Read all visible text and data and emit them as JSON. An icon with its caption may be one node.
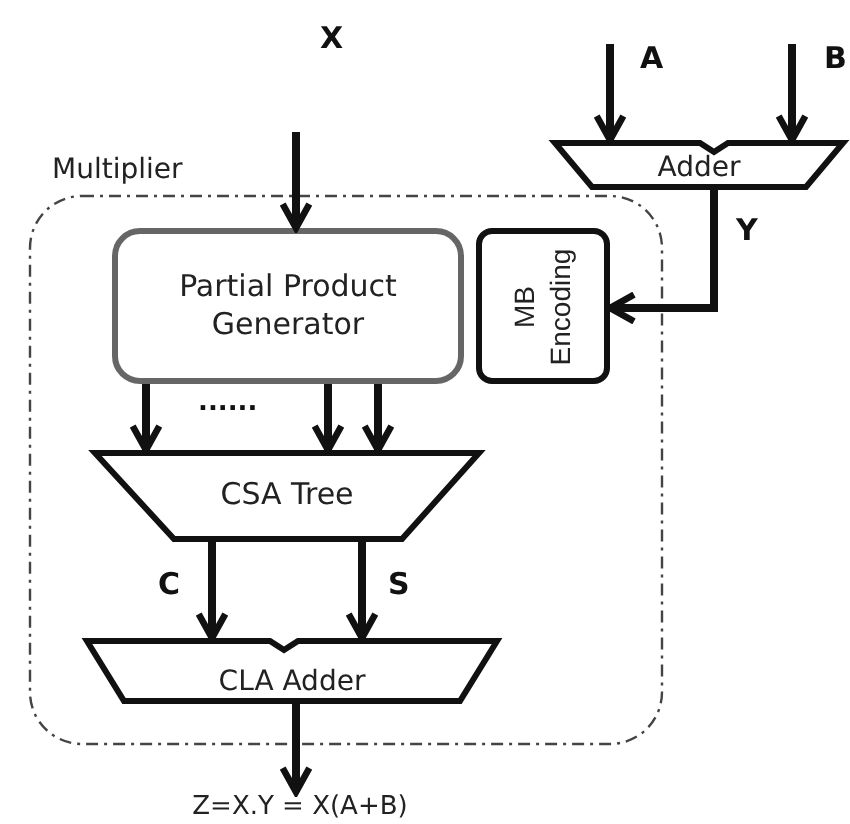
{
  "diagram": {
    "nodes": [
      {
        "text": [
          "Multiplier"
        ]
      },
      {
        "text": [
          "Partial Product Generator"
        ],
        "in": 0
      },
      {
        "text": [
          "MB Encoding"
        ],
        "in": 0
      },
      {
        "text": [
          "CSA Tree"
        ],
        "in": 0
      },
      {
        "text": [
          "CLA Adder"
        ],
        "in": 0
      },
      {
        "text": [
          "Adder"
        ]
      },
      {
        "text": [
          "Z=X.Y = X(A+B)"
        ]
      }
    ],
    "edges": [
      {
        "from": null,
        "to": 1,
        "arrow": "to",
        "label": "X"
      },
      {
        "from": null,
        "to": 5,
        "arrow": "to",
        "label": "A"
      },
      {
        "from": null,
        "to": 5,
        "arrow": "to",
        "label": "B"
      },
      {
        "from": 5,
        "to": 2,
        "arrow": "to",
        "label": "Y"
      },
      {
        "from": 1,
        "to": 3,
        "arrow": "to"
      },
      {
        "from": 1,
        "to": 3,
        "arrow": "to"
      },
      {
        "from": 1,
        "to": 3,
        "arrow": "to"
      },
      {
        "from": 3,
        "to": 4,
        "arrow": "to",
        "label": "C"
      },
      {
        "from": 3,
        "to": 4,
        "arrow": "to",
        "label": "S"
      },
      {
        "from": 4,
        "to": 6,
        "arrow": "to"
      }
    ],
    "labels": [
      "......"
    ]
  }
}
